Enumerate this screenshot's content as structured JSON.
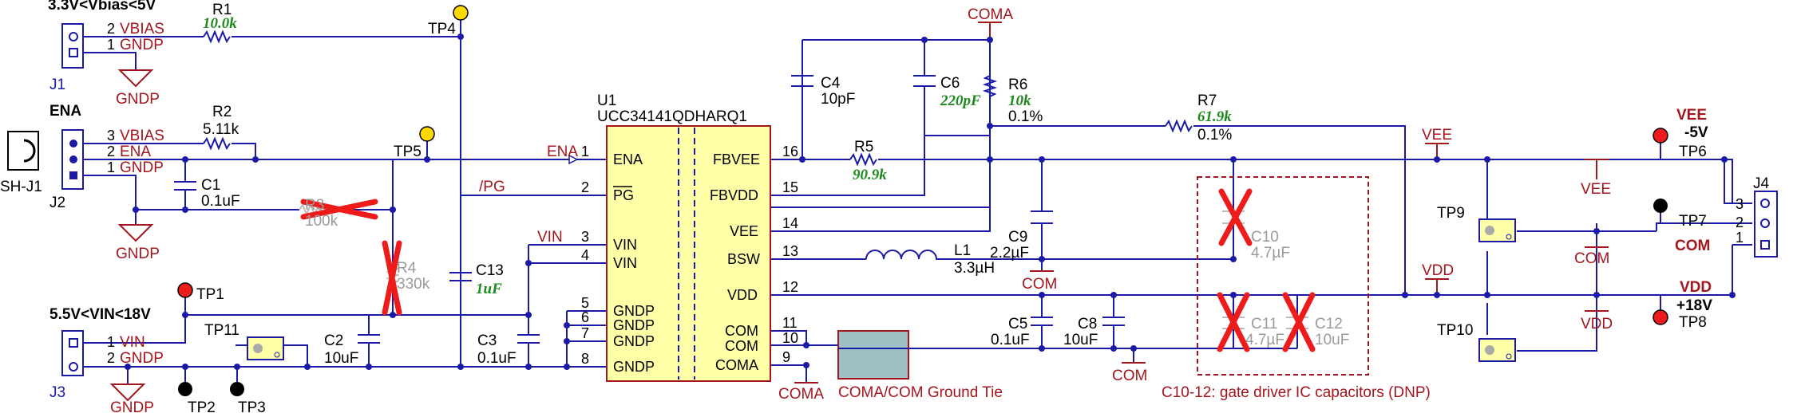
{
  "title": "",
  "labels": {
    "vbias_range": "3.3V<Vbias<5V",
    "vin_range": "5.5V<VIN<18V",
    "ena": "ENA",
    "shunt": "SH-J1",
    "ic_ref": "U1",
    "ic_part": "UCC34141QDHARQ1",
    "ground_tie": "COMA/COM Ground Tie",
    "dnp_note": "C10-12: gate driver IC capacitors (DNP)"
  },
  "nets": {
    "gndp": "GNDP",
    "coma": "COMA",
    "com": "COM",
    "vee": "VEE",
    "vdd": "VDD",
    "vin": "VIN",
    "ena": "ENA",
    "pg": "/PG",
    "vbias": "VBIAS"
  },
  "outputs": {
    "vee_name": "VEE",
    "vee_value": "-5V",
    "com_name": "COM",
    "vdd_name": "VDD",
    "vdd_value": "+18V"
  },
  "connectors": {
    "j1": {
      "ref": "J1",
      "pins": [
        "2",
        "1"
      ],
      "nets": [
        "VBIAS",
        "GNDP"
      ]
    },
    "j2": {
      "ref": "J2",
      "pins": [
        "3",
        "2",
        "1"
      ],
      "nets": [
        "VBIAS",
        "ENA",
        "GNDP"
      ]
    },
    "j3": {
      "ref": "J3",
      "pins": [
        "1",
        "2"
      ],
      "nets": [
        "VIN",
        "GNDP"
      ]
    },
    "j4": {
      "ref": "J4",
      "pins": [
        "3",
        "2",
        "1"
      ]
    }
  },
  "test_points": [
    "TP1",
    "TP2",
    "TP3",
    "TP4",
    "TP5",
    "TP6",
    "TP7",
    "TP8",
    "TP9",
    "TP10",
    "TP11"
  ],
  "ic_pins_left": [
    {
      "num": "1",
      "name": "ENA"
    },
    {
      "num": "2",
      "name": "PG"
    },
    {
      "num": "3",
      "name": "VIN"
    },
    {
      "num": "4",
      "name": "VIN"
    },
    {
      "num": "5",
      "name": "GNDP"
    },
    {
      "num": "6",
      "name": "GNDP"
    },
    {
      "num": "7",
      "name": "GNDP"
    },
    {
      "num": "8",
      "name": "GNDP"
    }
  ],
  "ic_pins_right": [
    {
      "num": "16",
      "name": "FBVEE"
    },
    {
      "num": "15",
      "name": "FBVDD"
    },
    {
      "num": "14",
      "name": "VEE"
    },
    {
      "num": "13",
      "name": "BSW"
    },
    {
      "num": "12",
      "name": "VDD"
    },
    {
      "num": "11",
      "name": "COM"
    },
    {
      "num": "10",
      "name": "COM"
    },
    {
      "num": "9",
      "name": "COMA"
    }
  ],
  "components": {
    "r1": {
      "ref": "R1",
      "value": "10.0k"
    },
    "r2": {
      "ref": "R2",
      "value": "5.11k"
    },
    "r3": {
      "ref": "R3",
      "value": "100k"
    },
    "r4": {
      "ref": "R4",
      "value": "330k"
    },
    "r5": {
      "ref": "R5",
      "value": "90.9k"
    },
    "r6": {
      "ref": "R6",
      "value": "10k",
      "tol": "0.1%"
    },
    "r7": {
      "ref": "R7",
      "value": "61.9k",
      "tol": "0.1%"
    },
    "c1": {
      "ref": "C1",
      "value": "0.1uF"
    },
    "c2": {
      "ref": "C2",
      "value": "10uF"
    },
    "c3": {
      "ref": "C3",
      "value": "0.1uF"
    },
    "c4": {
      "ref": "C4",
      "value": "10pF"
    },
    "c5": {
      "ref": "C5",
      "value": "0.1uF"
    },
    "c6": {
      "ref": "C6",
      "value": "220pF"
    },
    "c8": {
      "ref": "C8",
      "value": "10uF"
    },
    "c9": {
      "ref": "C9",
      "value": "2.2µF"
    },
    "c10": {
      "ref": "C10",
      "value": "4.7µF"
    },
    "c11": {
      "ref": "C11",
      "value": "4.7µF"
    },
    "c12": {
      "ref": "C12",
      "value": "10uF"
    },
    "c13": {
      "ref": "C13",
      "value": "1uF"
    },
    "l1": {
      "ref": "L1",
      "value": "3.3µH"
    }
  },
  "colors": {
    "wire": "#1a1aa6",
    "net_label": "#a3161d",
    "ic_fill": "#ffffa8",
    "value_green": "#1d8a1d",
    "dnp_cross": "#ee1b1b",
    "tie_fill": "#9fc0c4",
    "tp_red": "#ee1b1b",
    "tp_yellow": "#ffd800",
    "tp_black": "#000000"
  }
}
